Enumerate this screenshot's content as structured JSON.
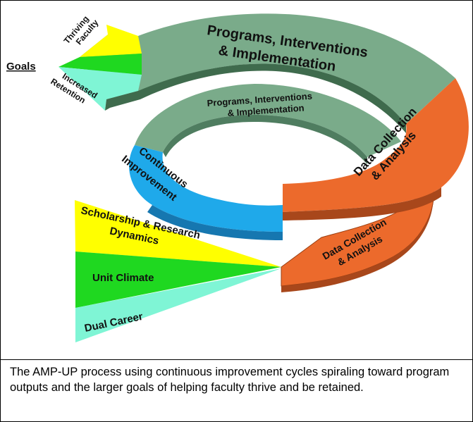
{
  "diagram": {
    "goals_label": "Goals",
    "goal_thriving": [
      "Thriving",
      "Faculty"
    ],
    "goal_retention": [
      "Increased",
      "Retention"
    ],
    "outer_programs": [
      "Programs, Interventions",
      "& Implementation"
    ],
    "inner_programs": [
      "Programs, Interventions",
      "& Implementation"
    ],
    "outer_data": [
      "Data Collection",
      "& Analysis"
    ],
    "lower_data": [
      "Data Collection",
      "& Analysis"
    ],
    "continuous": [
      "Continuous",
      "Improvement"
    ],
    "inputs": [
      "Scholarship & Research",
      "Dynamics",
      "Unit Climate",
      "Dual Career"
    ]
  },
  "caption": "The AMP-UP process using continuous improvement cycles spiraling toward program outputs and the larger goals of helping faculty thrive and be retained.",
  "colors": {
    "program_band": "#7aab8a",
    "data_band": "#ec6a2c",
    "continuous_band": "#1fa9ea",
    "yellow": "#ffff00",
    "green": "#1fd820",
    "aqua": "#7ff5d5"
  }
}
